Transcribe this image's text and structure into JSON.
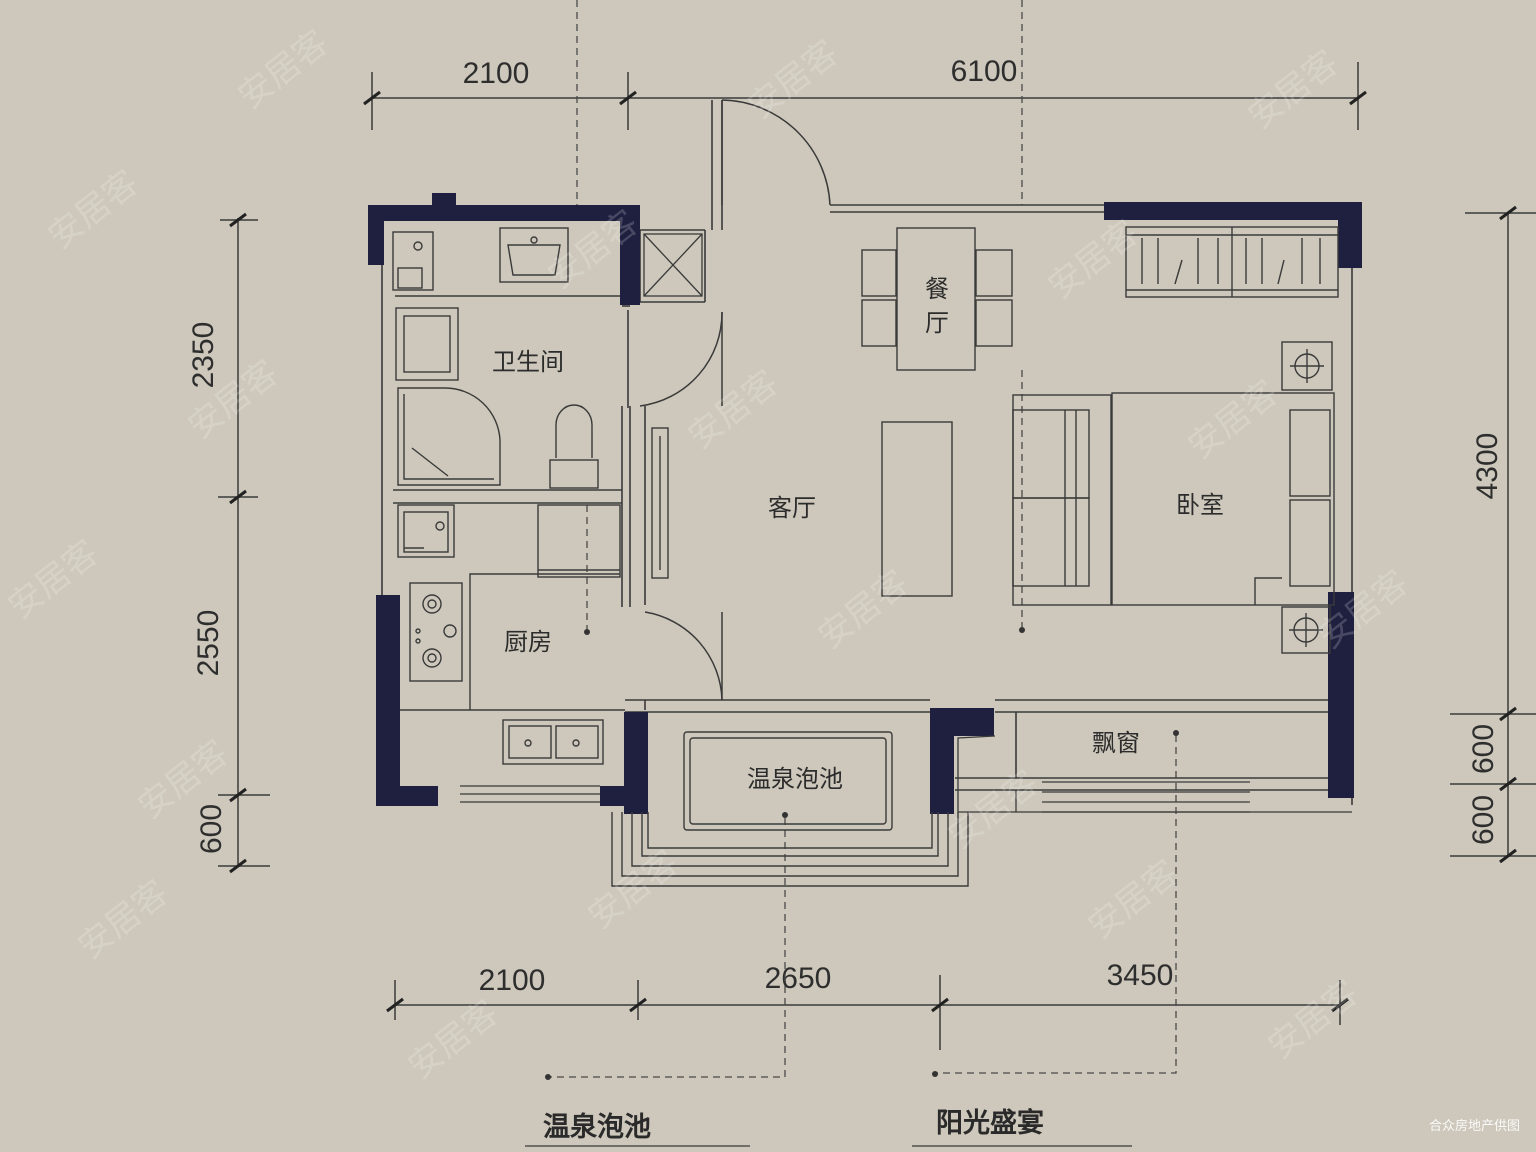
{
  "dimensions": {
    "top": [
      "2100",
      "6100"
    ],
    "bottom": [
      "2100",
      "2650",
      "3450"
    ],
    "left": [
      "2350",
      "2550",
      "600"
    ],
    "right": [
      "4300",
      "600",
      "600"
    ]
  },
  "rooms": {
    "bathroom": "卫生间",
    "kitchen": "厨房",
    "living": "客厅",
    "dining_1": "餐",
    "dining_2": "厅",
    "bedroom": "卧室",
    "bay_window": "飘窗",
    "hot_spring": "温泉泡池"
  },
  "legend": {
    "hot_spring": "温泉泡池",
    "sunshine": "阳光盛宴"
  },
  "watermark": "安居客",
  "credit": "合众房地产供图",
  "colors": {
    "paper": "#cdc8bb",
    "wall": "#1f2040",
    "line": "#3a3a3a"
  }
}
